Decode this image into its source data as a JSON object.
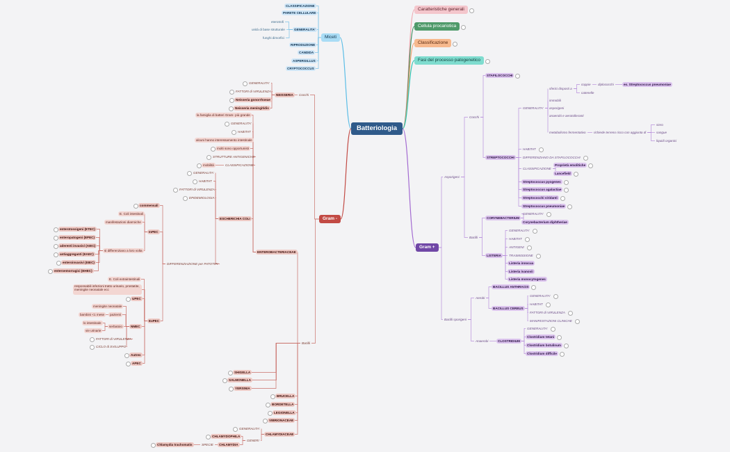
{
  "root": {
    "label": "Batteriologia",
    "color": "#2f5a8a"
  },
  "colors": {
    "red": "#c24a44",
    "purple": "#a36ad1",
    "blue": "#5bbde6",
    "pink": "#f0a7b0",
    "green": "#3f8f5e",
    "orange": "#f2a46e",
    "teal": "#2dc5b4"
  },
  "top_branches": [
    {
      "label": "Caratteristiche generali",
      "color": "#f4c6cc",
      "text": "#5a1d26"
    },
    {
      "label": "Cellula procariotica",
      "color": "#4f9a6a",
      "text": "#ffffff"
    },
    {
      "label": "Classificazione",
      "color": "#f7b98e",
      "text": "#5a2a10"
    },
    {
      "label": "Fasi del processo patogenetico",
      "color": "#7fdccf",
      "text": "#0f3f3a"
    }
  ],
  "miceti": {
    "label": "Miceti",
    "items": [
      "CLASSIFICAZIONE",
      "PARETE CELLULARE",
      "GENERALITA'",
      "RIPRODUZIONE",
      "CANDIDA",
      "ASPERGILLUS",
      "CRYPTOCOCCUS"
    ],
    "generalita": [
      "eterotrofi",
      "unità di base strutturale",
      "funghi dimorfici"
    ]
  },
  "gram_neg": {
    "label": "Gram -",
    "cocchi": {
      "label": "Cocchi",
      "neisseria": "NEISSERIA",
      "neisseria_children": [
        "GENERALITA'",
        "FATTORI di VIRULENZA",
        "Neisseria gonorrhoeae",
        "Neisseria meningitidis"
      ]
    },
    "bacilli": {
      "label": "Bacilli",
      "entero": {
        "label": "ENTEROBACTERIACEAE",
        "children": [
          "la famiglia di batteri Gram- più grande",
          "GENERALITA'",
          "HABITAT",
          "alcuni hanno interessamento intestinale",
          "molti sono opportunisti",
          "STRUTTURE ANTIGENICHE",
          "CLASSIFICAZIONE"
        ],
        "class_child": "mobilità"
      },
      "ecoli": {
        "label": "ESCHERICHIA COLI",
        "children": [
          "GENERALITA'",
          "HABITAT",
          "FATTORI di VIRULENZA",
          "EPIDEMIOLOGIA"
        ],
        "diff": "DIFFERENZIAZIONE per PATOTIPI",
        "commensali": "commensali",
        "inpec": "InPEC",
        "inpec_children": [
          "E. Coli intestinali",
          "manifestazioni diarroiche",
          "si differenziano a loro volta"
        ],
        "inpec_types": [
          "enterotossigeni (ETEC)",
          "enteropatogeni (EPEC)",
          "aderenti invasivi (AIEC)",
          "antiaggreganti (EAEC)",
          "enteroinvasivi (EIEC)",
          "enteroemorragici (EHEC)"
        ],
        "expec": "ExPEC",
        "expec_children": [
          "E. Coli extraintestinali",
          "responsabili infezioni tratto urinario, prostatite, meningite neonatale ecc"
        ],
        "upec": "UPEC",
        "nmec": "NMEC",
        "nmec_children": [
          "meningite neonatale",
          "pazienti",
          "serbatoio",
          "FATTORI di VIRULENZA",
          "CICLO di SVILUPPO"
        ],
        "nmec_sub": [
          "bambini <1 mese",
          "lo intestinale",
          "vie urinarie"
        ],
        "other": [
          "Autres",
          "APEC"
        ]
      },
      "others": [
        "SHIGELLA",
        "SALMONELLA",
        "YERSINIA",
        "BRUCELLA",
        "BORDETELLA",
        "LEGIONELLA",
        "VIBRIONACEAE"
      ],
      "chlamy": {
        "label": "CHLAMYDIACEAE",
        "children": [
          "GENERALITA'",
          "GENERI"
        ],
        "genera": [
          "CHLAMYDOPHILA",
          "CHLAMYDIA"
        ],
        "species": "SPECIE",
        "trach": "Chlamydia trachomatis"
      }
    }
  },
  "gram_pos": {
    "label": "Gram +",
    "asporigeni": "Asporigeni",
    "cocchi": "Cocchi",
    "stafilo": "STAFILOCOCCHI",
    "strepto": "STREPTOCOCCHI",
    "strepto_gen": "GENERALITA'",
    "strepto_gen_children": [
      "sferici disposti a",
      "immobili",
      "asporigeni",
      "anaerobi e aerotolleranti",
      "metabolismo fermentativo"
    ],
    "disposti": [
      "coppie",
      "catenelle"
    ],
    "diplo": "diplococchi",
    "pneumo_ex": "es. Streptococcus pneumoniae",
    "terreno": "richiede terreno ricco con aggiunta di",
    "terreno_children": [
      "siero",
      "sangue",
      "liquidi organici"
    ],
    "strepto_children": [
      "HABITAT",
      "DIFFERENZIANO DA STAFILOCOCCHI",
      "CLASSIFICAZIONE",
      "Streptococcus pyogenes",
      "Streptococcus agalactiae",
      "Streptococchi viridanti",
      "Streptococcus pneumoniae"
    ],
    "class_children": [
      "Proprietà emolitiche",
      "Lancefield"
    ],
    "bacilli": "Bacilli",
    "coryne": "CORYNEBACTERIUM",
    "coryne_children": [
      "GENERALITA'",
      "Corynebacterium diphtheriae"
    ],
    "listeria": "LISTERIA",
    "listeria_children": [
      "GENERALITA'",
      "HABITAT",
      "ANTIGENI",
      "TRASMISSIONE",
      "Listeria innocua",
      "Listeria ivanovii",
      "Listeria monocytogenes"
    ],
    "sporigeni": "Bacilli sporigeni",
    "aerobi": "Aerobi",
    "anthracis": "BACILLUS ANTHRACIS",
    "cereus": "BACILLUS CEREUS",
    "cereus_children": [
      "GENERALITA'",
      "HABITAT",
      "FATTORI di VIRULENZA",
      "MANIFESTAZIONI CLINICHE"
    ],
    "anaerobi": "Anaerobi",
    "clostridium": "CLOSTRIDIUM",
    "clostridium_children": [
      "GENERALITA'",
      "Clostridium tetani",
      "Clostridium botulinum",
      "Clostridium difficile"
    ]
  }
}
